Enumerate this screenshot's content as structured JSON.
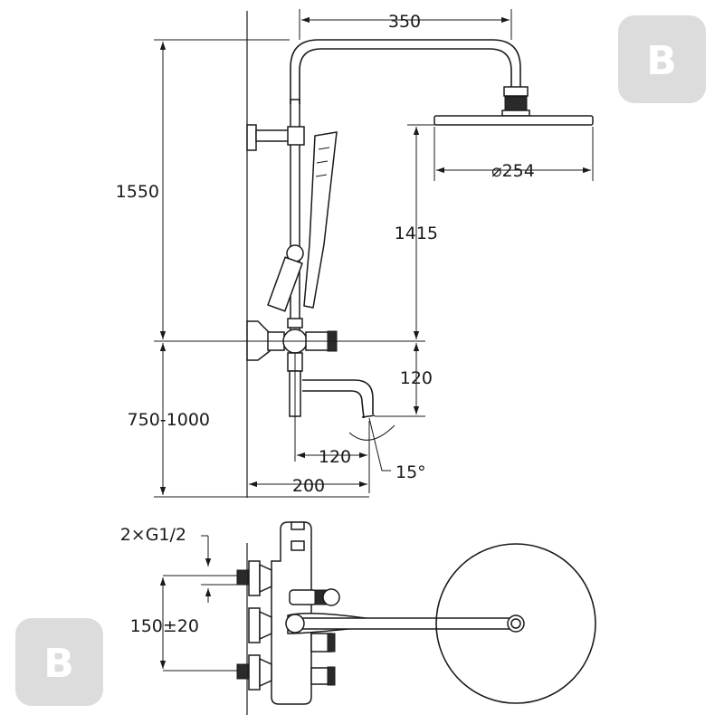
{
  "dimensions": {
    "arm_width": "350",
    "head_diameter": "⌀254",
    "total_height": "1550",
    "head_height": "1415",
    "mixer_height": "750-1000",
    "spout_drop": "120",
    "spout_projection": "120",
    "spout_reach": "200",
    "spout_angle": "15°",
    "inlet_thread": "2×G1/2",
    "inlet_spacing": "150±20"
  },
  "logo": {
    "glyph": "B"
  },
  "colors": {
    "line": "#1a1a1a",
    "logo_bg": "#dcdcdc",
    "background": "#ffffff"
  }
}
